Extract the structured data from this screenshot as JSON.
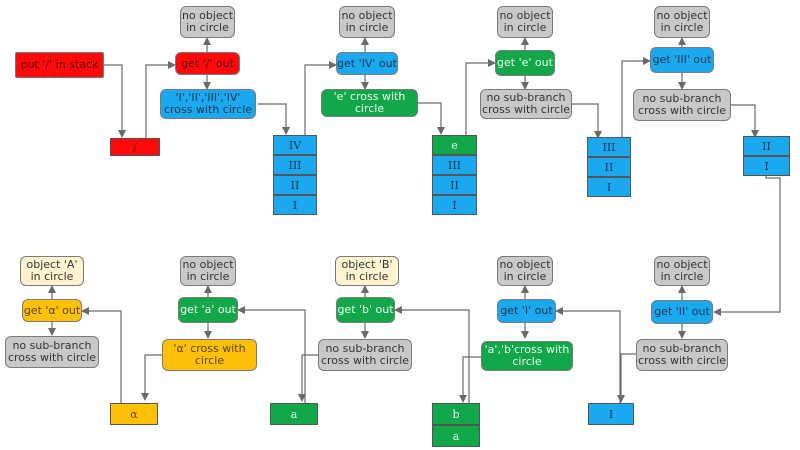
{
  "colors": {
    "gray": "#c8c8c8",
    "red": "#ff0a0a",
    "blue": "#1aa9ee",
    "green": "#12a84a",
    "orange": "#ffc107",
    "cream": "#fff3d0"
  },
  "nodes": [
    {
      "text": "no object\nin circle"
    },
    {
      "text": "put '/' in stack"
    },
    {
      "text": "get '/' out"
    },
    {
      "text": "'I','II','III','IV'\ncross with circle"
    },
    {
      "text": "/"
    },
    {
      "text": "no object\nin circle"
    },
    {
      "text": "get 'IV' out"
    },
    {
      "text": "'e' cross with\ncircle"
    },
    {
      "text": "no object\nin circle"
    },
    {
      "text": "get 'e' out"
    },
    {
      "text": "no sub-branch\ncross with circle"
    },
    {
      "text": "no object\nin circle"
    },
    {
      "text": "get 'III' out"
    },
    {
      "text": "no sub-branch\ncross with circle"
    },
    {
      "text": "object 'A'\nin circle"
    },
    {
      "text": "get 'α' out"
    },
    {
      "text": "no sub-branch\ncross with circle"
    },
    {
      "text": "α"
    },
    {
      "text": "no object\nin circle"
    },
    {
      "text": "get 'a' out"
    },
    {
      "text": "'α' cross with\ncircle"
    },
    {
      "text": "a"
    },
    {
      "text": "object 'B'\nin circle"
    },
    {
      "text": "get 'b' out"
    },
    {
      "text": "no sub-branch\ncross with circle"
    },
    {
      "text": "no object\nin circle"
    },
    {
      "text": "get 'I' out"
    },
    {
      "text": "'a','b'cross with\ncircle"
    },
    {
      "text": "no object\nin circle"
    },
    {
      "text": "get 'II' out"
    },
    {
      "text": "no sub-branch\ncross with circle"
    },
    {
      "text": "I"
    }
  ],
  "stacks": [
    {
      "cells": [
        "IV",
        "III",
        "II",
        "I"
      ]
    },
    {
      "cells": [
        "e",
        "III",
        "II",
        "I"
      ]
    },
    {
      "cells": [
        "III",
        "II",
        "I"
      ]
    },
    {
      "cells": [
        "II",
        "I"
      ]
    },
    {
      "cells": [
        "b",
        "a"
      ]
    }
  ]
}
